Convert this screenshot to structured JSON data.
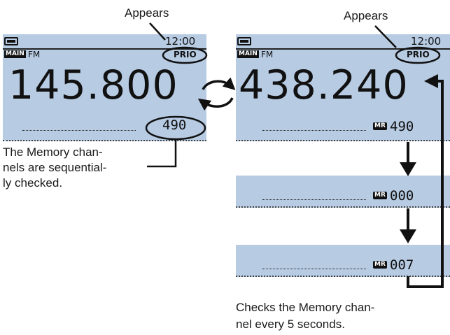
{
  "annotations": {
    "appears_left": "Appears",
    "appears_right": "Appears",
    "memory_note": [
      "The Memory chan-",
      "nels are sequential-",
      "ly checked."
    ],
    "check_note": [
      "Checks the Memory chan-",
      "nel every 5 seconds."
    ]
  },
  "screen_left": {
    "time": "12:00",
    "mode": "MAIN",
    "modulation": "FM",
    "prio": "PRIO",
    "frequency": "145.800",
    "channel": "490"
  },
  "screen_right": {
    "time": "12:00",
    "mode": "MAIN",
    "modulation": "FM",
    "prio": "PRIO",
    "frequency": "438.240",
    "mr": "MR",
    "channel": "490"
  },
  "strip_1": {
    "mr": "MR",
    "channel": "000"
  },
  "strip_2": {
    "mr": "MR",
    "channel": "007"
  },
  "colors": {
    "lcd": "#b7cbe3",
    "ink": "#111111"
  }
}
